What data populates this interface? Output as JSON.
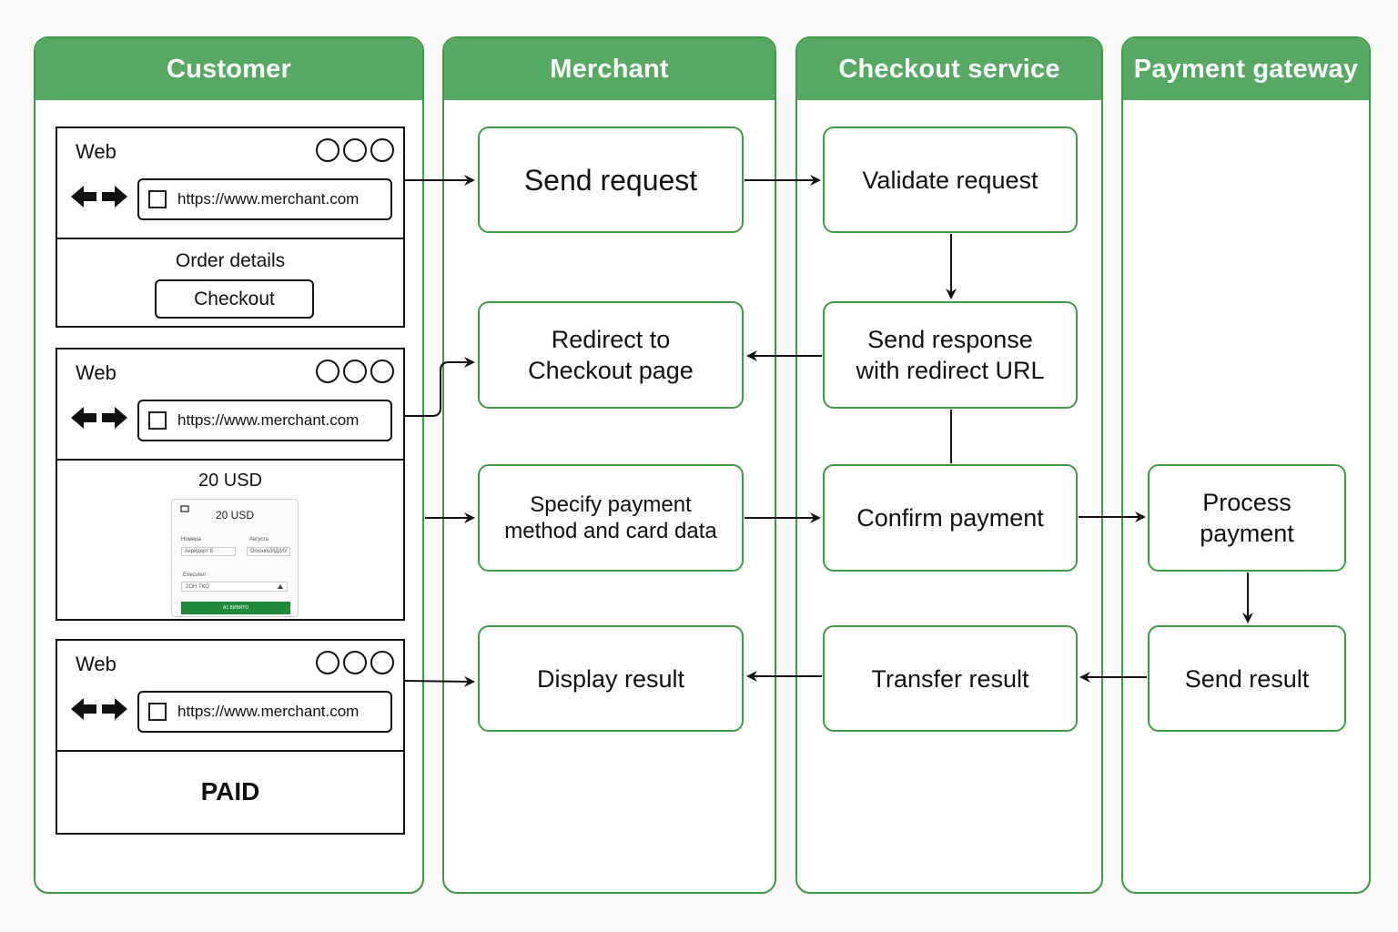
{
  "lanes": {
    "customer": "Customer",
    "merchant": "Merchant",
    "checkout": "Checkout service",
    "gateway": "Payment gateway"
  },
  "steps": {
    "send_request": "Send request",
    "redirect": "Redirect to\nCheckout page",
    "specify_payment": "Specify payment\nmethod and card data",
    "display_result": "Display result",
    "validate_request": "Validate request",
    "send_response": "Send response\nwith redirect URL",
    "confirm_payment": "Confirm payment",
    "transfer_result": "Transfer result",
    "process_payment": "Process\npayment",
    "send_result": "Send result"
  },
  "browser": {
    "web_label": "Web",
    "url": "https://www.merchant.com"
  },
  "screen1": {
    "order_details": "Order details",
    "checkout_button": "Checkout"
  },
  "screen2": {
    "amount": "20 USD",
    "form_amount": "20 USD",
    "form_label_1": "Номера",
    "form_label_2": "Августь",
    "form_value_1": "Акридерт 8",
    "form_value_2": "Dmourk/ИД/ИУ",
    "form_label_3": "Executeri",
    "form_value_3": "2ОН ТКО",
    "form_button": "А1 ВИВЯТО"
  },
  "screen3": {
    "status": "PAID"
  },
  "colors": {
    "lane_header": "#57a862",
    "border": "#3f9a47"
  }
}
